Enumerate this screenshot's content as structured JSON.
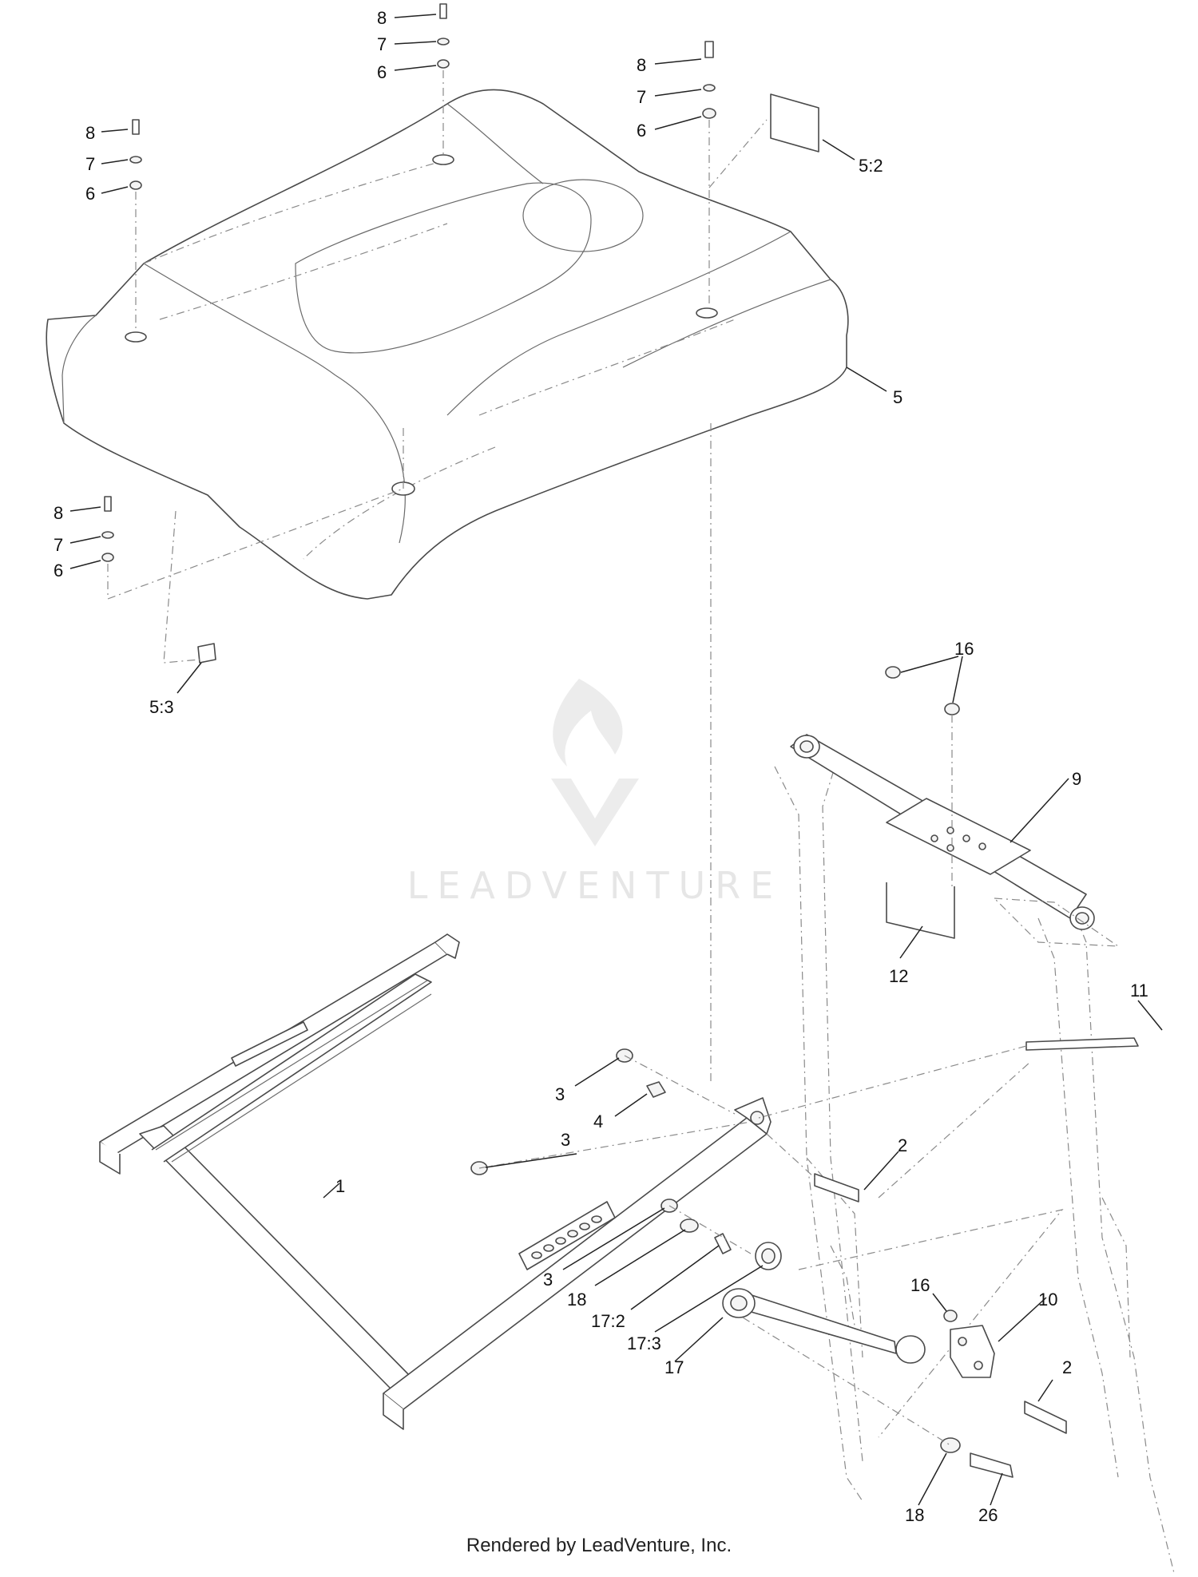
{
  "watermark": {
    "brand": "LEADVENTURE"
  },
  "footer": {
    "credit": "Rendered by LeadVenture, Inc."
  },
  "callouts": [
    {
      "id": "c-8-a",
      "label": "8"
    },
    {
      "id": "c-7-a",
      "label": "7"
    },
    {
      "id": "c-6-a",
      "label": "6"
    },
    {
      "id": "c-8-b",
      "label": "8"
    },
    {
      "id": "c-7-b",
      "label": "7"
    },
    {
      "id": "c-6-b",
      "label": "6"
    },
    {
      "id": "c-8-c",
      "label": "8"
    },
    {
      "id": "c-7-c",
      "label": "7"
    },
    {
      "id": "c-6-c",
      "label": "6"
    },
    {
      "id": "c-5-2",
      "label": "5:2"
    },
    {
      "id": "c-5",
      "label": "5"
    },
    {
      "id": "c-8-d",
      "label": "8"
    },
    {
      "id": "c-7-d",
      "label": "7"
    },
    {
      "id": "c-6-d",
      "label": "6"
    },
    {
      "id": "c-5-3",
      "label": "5:3"
    },
    {
      "id": "c-16-a",
      "label": "16"
    },
    {
      "id": "c-9",
      "label": "9"
    },
    {
      "id": "c-12",
      "label": "12"
    },
    {
      "id": "c-11",
      "label": "11"
    },
    {
      "id": "c-3-a",
      "label": "3"
    },
    {
      "id": "c-4",
      "label": "4"
    },
    {
      "id": "c-3-b",
      "label": "3"
    },
    {
      "id": "c-2-a",
      "label": "2"
    },
    {
      "id": "c-1",
      "label": "1"
    },
    {
      "id": "c-3-c",
      "label": "3"
    },
    {
      "id": "c-18-a",
      "label": "18"
    },
    {
      "id": "c-17-2",
      "label": "17:2"
    },
    {
      "id": "c-17-3",
      "label": "17:3"
    },
    {
      "id": "c-17",
      "label": "17"
    },
    {
      "id": "c-16-b",
      "label": "16"
    },
    {
      "id": "c-10",
      "label": "10"
    },
    {
      "id": "c-2-b",
      "label": "2"
    },
    {
      "id": "c-18-b",
      "label": "18"
    },
    {
      "id": "c-26",
      "label": "26"
    }
  ]
}
